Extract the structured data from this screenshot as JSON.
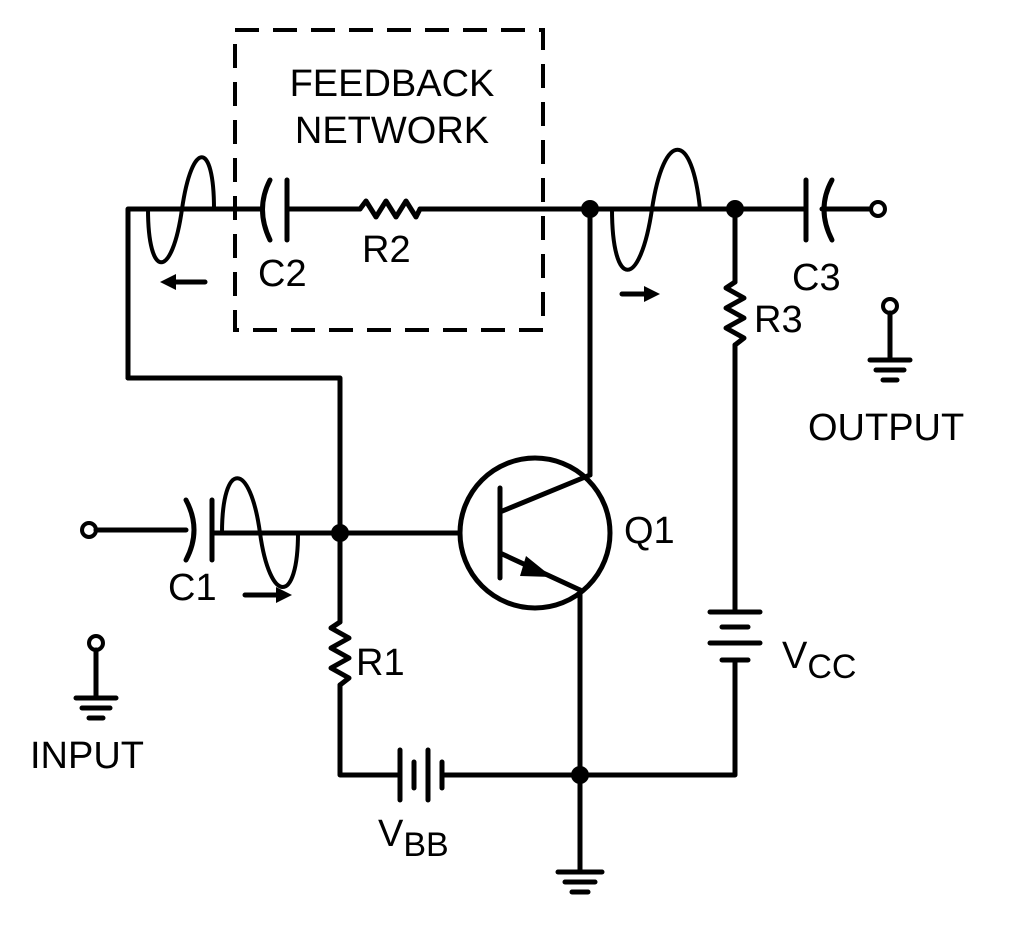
{
  "labels": {
    "feedback_line1": "FEEDBACK",
    "feedback_line2": "NETWORK",
    "c1": "C1",
    "c2": "C2",
    "c3": "C3",
    "r1": "R1",
    "r2": "R2",
    "r3": "R3",
    "q1": "Q1",
    "vcc_main": "V",
    "vcc_sub": "CC",
    "vbb_main": "V",
    "vbb_sub": "BB",
    "input": "INPUT",
    "output": "OUTPUT"
  }
}
